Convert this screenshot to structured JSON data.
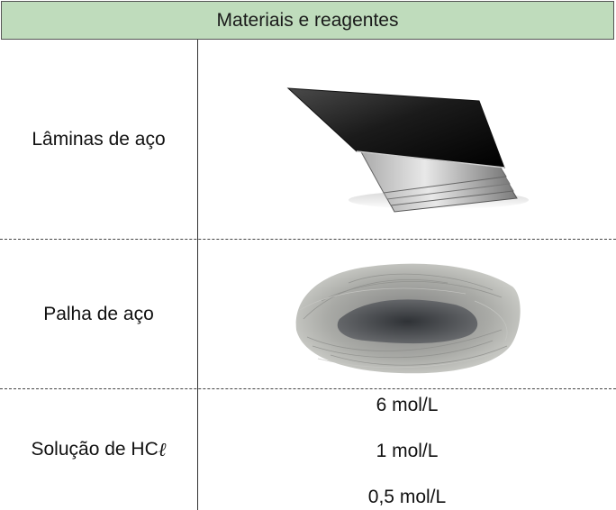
{
  "table": {
    "header": "Materiais e reagentes",
    "rows": [
      {
        "label": "Lâminas de aço",
        "icon": "steel-sheets-image"
      },
      {
        "label": "Palha de aço",
        "icon": "steel-wool-image"
      },
      {
        "label_prefix": "Solução de HC",
        "label_suffix": "ℓ",
        "concentrations": [
          "6 mol/L",
          "1 mol/L",
          "0,5 mol/L"
        ]
      }
    ]
  },
  "colors": {
    "header_bg": "#bfdcbc",
    "line": "#333333"
  }
}
